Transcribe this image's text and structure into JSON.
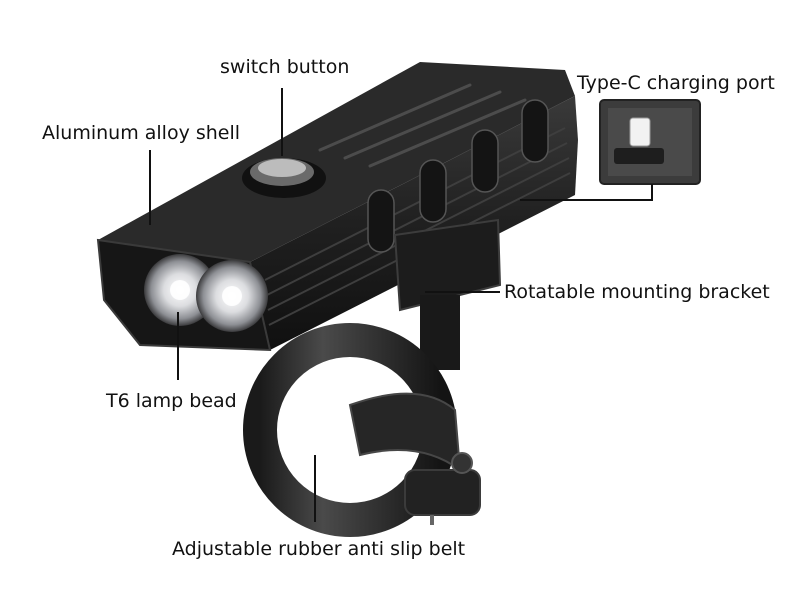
{
  "labels": {
    "switch_button": "switch button",
    "type_c_port": "Type-C charging port",
    "shell": "Aluminum alloy shell",
    "bracket": "Rotatable mounting bracket",
    "lamp_bead": "T6 lamp bead",
    "belt": "Adjustable rubber anti slip belt"
  },
  "colors": {
    "body_dark": "#1c1c1c",
    "body_mid": "#2c2c2c",
    "highlight": "#5a5a5a",
    "leader_line": "#111111",
    "led_glow": "#e8e8ea"
  }
}
